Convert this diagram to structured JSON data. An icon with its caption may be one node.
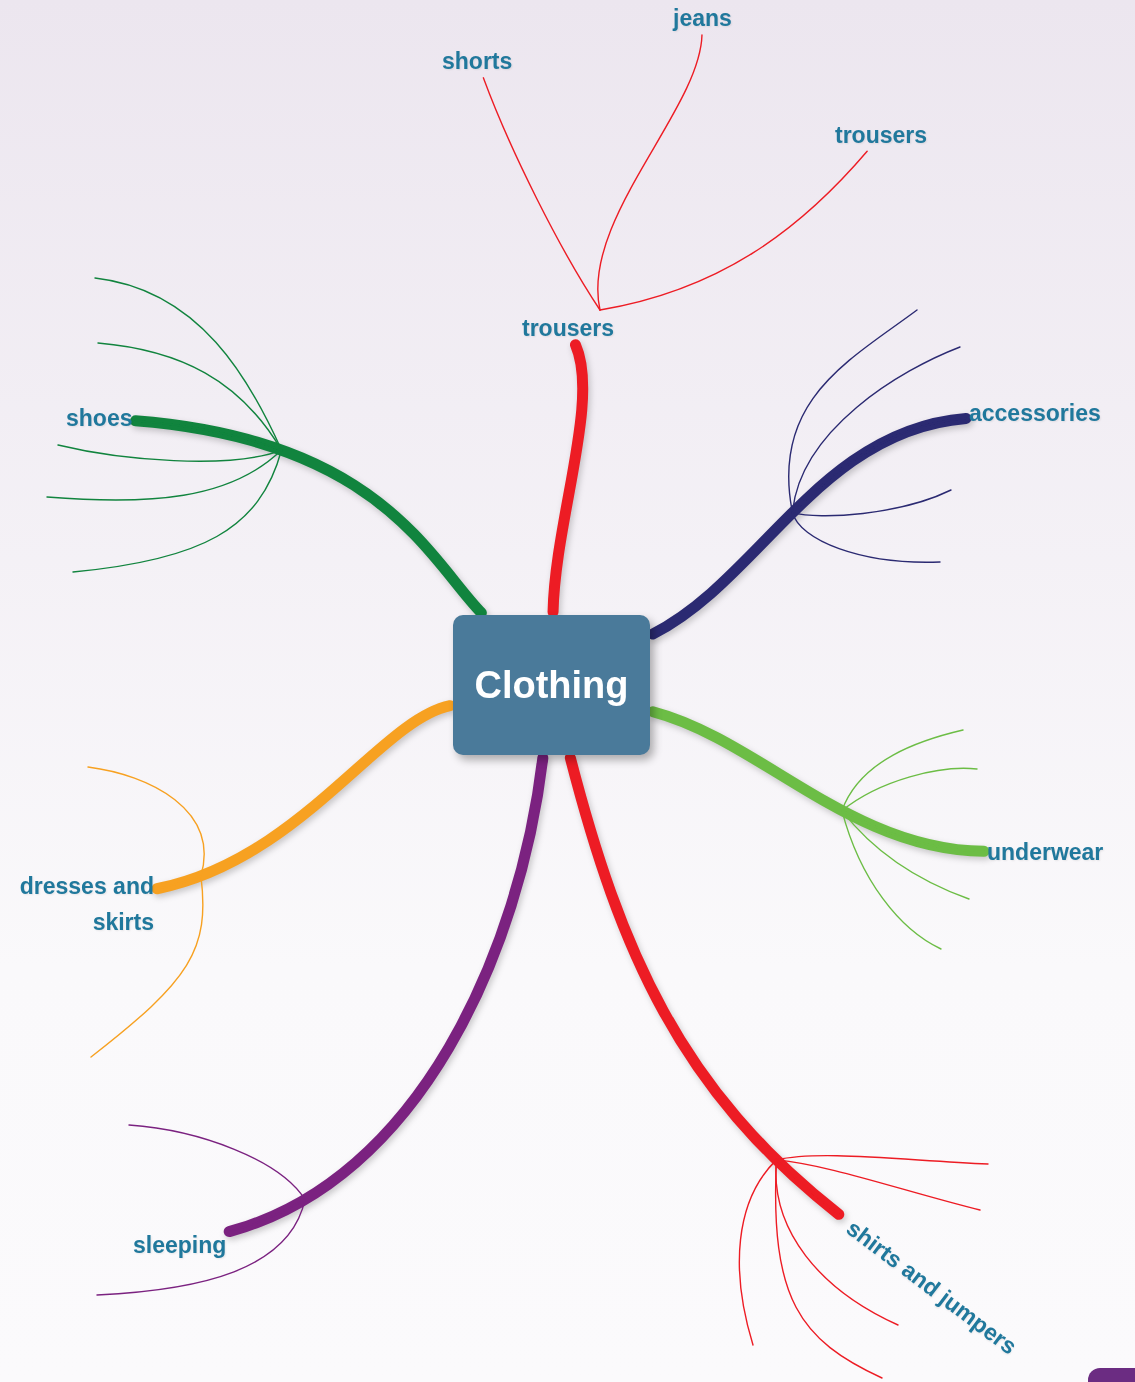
{
  "diagram": {
    "nodes": [
      {
        "text": [
          "Clothing"
        ]
      },
      {
        "text": [
          "trousers"
        ]
      },
      {
        "text": [
          "shorts"
        ]
      },
      {
        "text": [
          "jeans"
        ]
      },
      {
        "text": [
          "trousers"
        ]
      },
      {
        "text": [
          "accessories"
        ]
      },
      {
        "text": [
          "underwear"
        ]
      },
      {
        "text": [
          "shirts and jumpers"
        ]
      },
      {
        "text": [
          "sleeping"
        ]
      },
      {
        "text": [
          "dresses and skirts"
        ]
      },
      {
        "text": [
          "shoes"
        ]
      }
    ],
    "edges": [
      {
        "from": 0,
        "to": 1,
        "arrow": "none",
        "style": "thick"
      },
      {
        "from": 0,
        "to": 5,
        "arrow": "none",
        "style": "thick",
        "color": "#2b2a72"
      },
      {
        "from": 0,
        "to": 6,
        "arrow": "none",
        "style": "thick",
        "color": "#6cbd45"
      },
      {
        "from": 0,
        "to": 7,
        "arrow": "none",
        "style": "thick"
      },
      {
        "from": 0,
        "to": 8,
        "arrow": "none",
        "style": "thick",
        "color": "#7b2280"
      },
      {
        "from": 0,
        "to": 9,
        "arrow": "none",
        "style": "thick",
        "color": "#f7a121"
      },
      {
        "from": 0,
        "to": 10,
        "arrow": "none",
        "style": "thick",
        "color": "#11843e"
      },
      {
        "from": 1,
        "to": 2,
        "arrow": "none"
      },
      {
        "from": 1,
        "to": 3,
        "arrow": "none"
      },
      {
        "from": 1,
        "to": 4,
        "arrow": "none"
      },
      {
        "from": 10,
        "to": null,
        "arrow": "none",
        "color": "#11843e"
      },
      {
        "from": 10,
        "to": null,
        "arrow": "none",
        "color": "#11843e"
      },
      {
        "from": 10,
        "to": null,
        "arrow": "none",
        "color": "#11843e"
      },
      {
        "from": 10,
        "to": null,
        "arrow": "none",
        "color": "#11843e"
      },
      {
        "from": 10,
        "to": null,
        "arrow": "none",
        "color": "#11843e"
      },
      {
        "from": 5,
        "to": null,
        "arrow": "none",
        "color": "#2b2a72"
      },
      {
        "from": 5,
        "to": null,
        "arrow": "none",
        "color": "#2b2a72"
      },
      {
        "from": 5,
        "to": null,
        "arrow": "none",
        "color": "#2b2a72"
      },
      {
        "from": 5,
        "to": null,
        "arrow": "none",
        "color": "#2b2a72"
      },
      {
        "from": 6,
        "to": null,
        "arrow": "none",
        "color": "#6cbd45"
      },
      {
        "from": 6,
        "to": null,
        "arrow": "none",
        "color": "#6cbd45"
      },
      {
        "from": 6,
        "to": null,
        "arrow": "none",
        "color": "#6cbd45"
      },
      {
        "from": 6,
        "to": null,
        "arrow": "none",
        "color": "#6cbd45"
      },
      {
        "from": 7,
        "to": null,
        "arrow": "none"
      },
      {
        "from": 7,
        "to": null,
        "arrow": "none"
      },
      {
        "from": 7,
        "to": null,
        "arrow": "none"
      },
      {
        "from": 7,
        "to": null,
        "arrow": "none"
      },
      {
        "from": 7,
        "to": null,
        "arrow": "none"
      },
      {
        "from": 8,
        "to": null,
        "arrow": "none",
        "color": "#7b2280"
      },
      {
        "from": 8,
        "to": null,
        "arrow": "none",
        "color": "#7b2280"
      },
      {
        "from": 9,
        "to": null,
        "arrow": "none",
        "color": "#f7a121"
      },
      {
        "from": 9,
        "to": null,
        "arrow": "none",
        "color": "#f7a121"
      }
    ]
  }
}
